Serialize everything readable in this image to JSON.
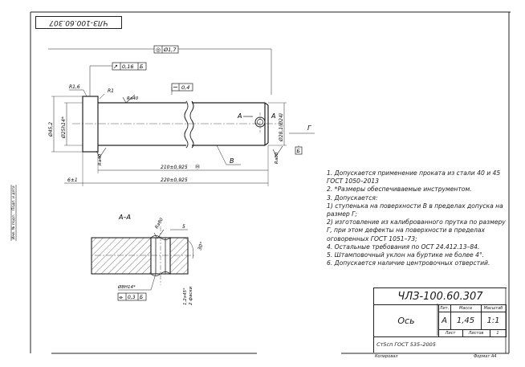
{
  "stamp": {
    "rotated_code": "ЧЛЗ-100.60.307"
  },
  "drawing": {
    "gdt_runout_frame": [
      "◎",
      "Ø1,7"
    ],
    "gdt_runout2_frame": [
      "↗",
      "0,16",
      "Б"
    ],
    "gdt_flatness": "0,4",
    "radius_r16": "R1,6",
    "radius_r1": "R1",
    "roughness_main": "Ra40",
    "dia_left_outer": "Ø45,2",
    "dia_left_inner": "Ø25h14*",
    "dia_right": "Ø28,1(Ø24)",
    "section_label_a_left": "A",
    "section_label_a_right": "A",
    "label_g": "Г",
    "label_b_box": "Б",
    "label_v": "В",
    "ra_left": "Ra40",
    "ra_right": "Ra80",
    "dim_210": "210±0,925",
    "dim_210_mark": "Ⓜ",
    "dim_220": "220±0,925",
    "dim_6": "6±1",
    "section_title": "А–А",
    "sec_ra": "Ra80",
    "sec_dim_5": "5",
    "sec_dim_30": "30°",
    "sec_hole": "Ø8Н14*",
    "sec_tol": "0,3",
    "sec_tol_box": "Б",
    "sec_sym": "⌯",
    "sec_right_dim": "1,2x45°",
    "sec_right_dim2": "2 фаски"
  },
  "notes": [
    "1. Допускается применение проката из стали 40 и 45 ГОСТ 1050–2013",
    "2. *Размеры обеспечиваемые инструментом.",
    "3. Допускается:",
    "1) ступенька на поверхности В в пределах допуска на размер Г;",
    "2) изготовление из калиброванного прутка по размеру Г, при этом дефекты на поверхности в пределах оговоренных ГОСТ 1051–73;",
    "4. Остальные требования по ОСТ 24.412.13–84.",
    "5. Штамповочный уклон на буртике не более 4°.",
    "6. Допускается наличие центровочных отверстий."
  ],
  "title_block": {
    "doc_number": "ЧЛЗ-100.60.307",
    "name": "Ось",
    "hdr_lit": "Лит.",
    "hdr_mass": "Масса",
    "hdr_scale": "Масштаб",
    "val_lit": "А",
    "val_mass": "1,45",
    "val_scale": "1:1",
    "sheet_label": "Лист",
    "sheets_label": "Листов",
    "sheets_value": "1",
    "material": "Ст5сп ГОСТ 535–2005"
  },
  "footer": {
    "copied": "Копировал",
    "format": "Формат А4"
  },
  "side_labels": [
    "Инв. № подл.",
    "Подп. и дата"
  ]
}
